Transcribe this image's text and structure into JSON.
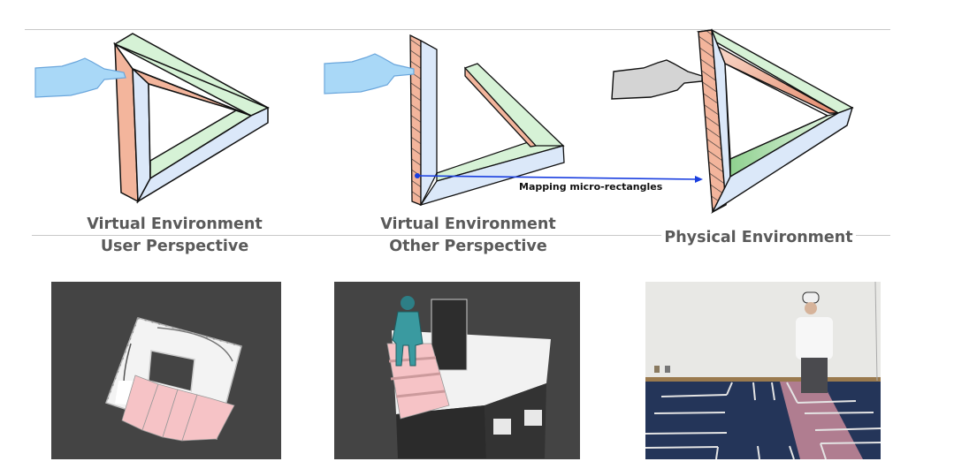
{
  "figure": {
    "top_row": {
      "panels": [
        {
          "id": "ve-user",
          "caption_line1": "Virtual Environment",
          "caption_line2": "User Perspective",
          "hand_color": "#a9d8f7"
        },
        {
          "id": "ve-other",
          "caption_line1": "Virtual Environment",
          "caption_line2": "Other Perspective",
          "hand_color": "#a9d8f7"
        },
        {
          "id": "physical",
          "caption_line1": "Physical Environment",
          "hand_color": "#d4d4d4"
        }
      ],
      "mapping_arrow": {
        "label": "Mapping micro-rectangles",
        "color": "#1a3fe0"
      }
    },
    "colors": {
      "face_orange": "#f3b59c",
      "face_green": "#d6f2d6",
      "face_blue": "#dbe8f9",
      "outline": "#111111",
      "caption_text": "#5a5a5a",
      "divider": "#c8c8c8",
      "render_background": "#444444",
      "highlight_pink": "#f4c6c8",
      "carpet": "#243559",
      "wall": "#e9e9e6"
    },
    "bottom_row": {
      "panels": [
        {
          "id": "render-top-down",
          "description": "Top-down render of virtual environment with pink mapped micro-rectangles"
        },
        {
          "id": "render-avatar",
          "description": "Render of virtual building with avatar walking on pink mapped rectangles"
        },
        {
          "id": "photo-physical",
          "description": "Photo of user with VR headset in physical room with taped floor and pink overlay"
        }
      ]
    }
  }
}
